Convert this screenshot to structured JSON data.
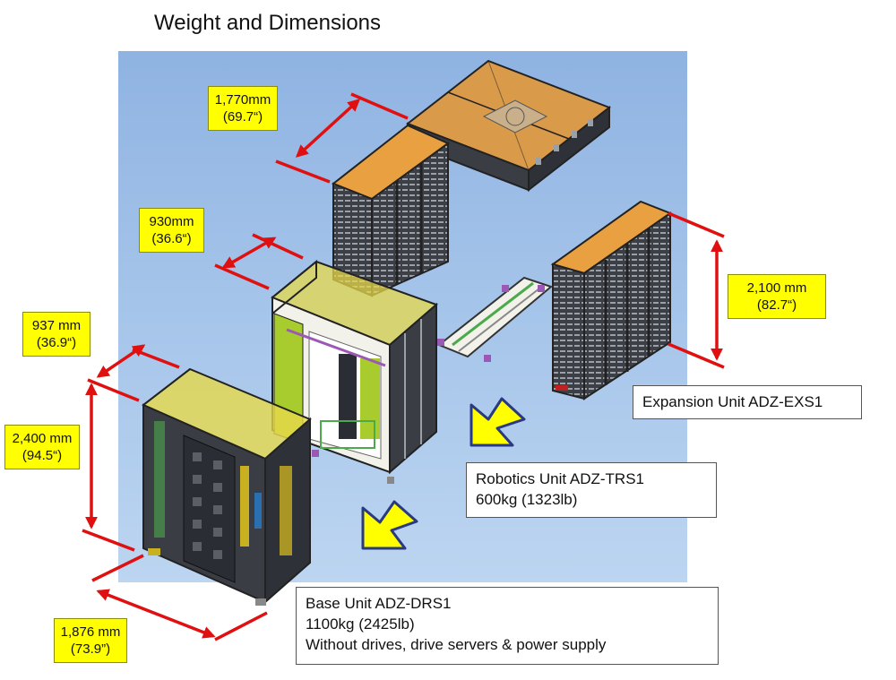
{
  "title": "Weight and Dimensions",
  "dimensions": {
    "depth_expansion": {
      "mm": "1,770mm",
      "inch": "(69.7“)"
    },
    "width_robotics": {
      "mm": "930mm",
      "inch": "(36.6“)"
    },
    "width_base": {
      "mm": "937 mm",
      "inch": "(36.9“)"
    },
    "height_base": {
      "mm": "2,400 mm",
      "inch": "(94.5“)"
    },
    "depth_base": {
      "mm": "1,876 mm",
      "inch": "(73.9”)"
    },
    "height_expansion": {
      "mm": "2,100 mm",
      "inch": "(82.7“)"
    }
  },
  "units": {
    "expansion": {
      "name": "Expansion Unit ADZ-EXS1"
    },
    "robotics": {
      "name": "Robotics Unit ADZ-TRS1",
      "weight": "600kg (1323lb)"
    },
    "base": {
      "name": "Base Unit ADZ-DRS1",
      "weight": "1100kg (2425lb)",
      "note": "Without drives, drive servers & power supply"
    }
  },
  "colors": {
    "label_fill": "#ffff00",
    "dimension_arrow": "#e01010",
    "flow_arrow": "#ffff00",
    "background_panel": "#a6c5ea"
  },
  "icons": {
    "dimension": "red-double-arrow",
    "flow": "yellow-down-arrow"
  }
}
